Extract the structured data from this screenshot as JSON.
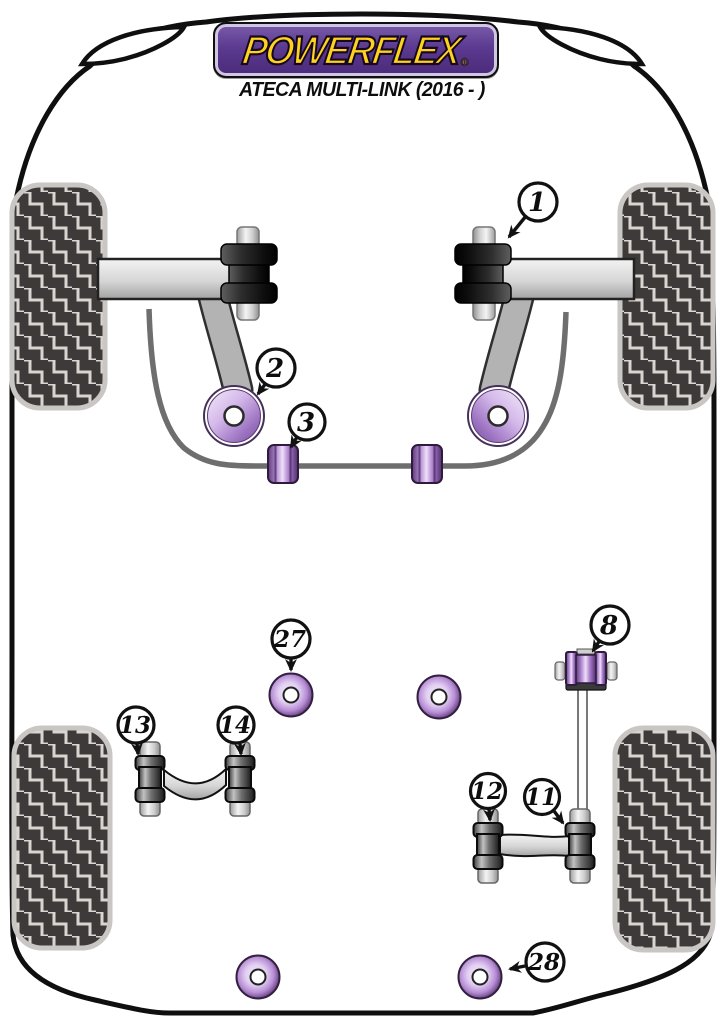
{
  "header": {
    "brand": "POWERFLEX",
    "registered_mark": "®",
    "title": "ATECA MULTI-LINK (2016 - )"
  },
  "callouts": [
    {
      "number": "1"
    },
    {
      "number": "2"
    },
    {
      "number": "3"
    },
    {
      "number": "8"
    },
    {
      "number": "11"
    },
    {
      "number": "12"
    },
    {
      "number": "13"
    },
    {
      "number": "14"
    },
    {
      "number": "27"
    },
    {
      "number": "28"
    }
  ],
  "colors": {
    "bush_purple": "#8a5fa8",
    "bush_purple_dark": "#4f2f68",
    "logo_purple": "#5b3a90",
    "logo_yellow": "#ffd21f",
    "outline_black": "#0f0f0f",
    "metal_gray": "#b8b8b8"
  }
}
